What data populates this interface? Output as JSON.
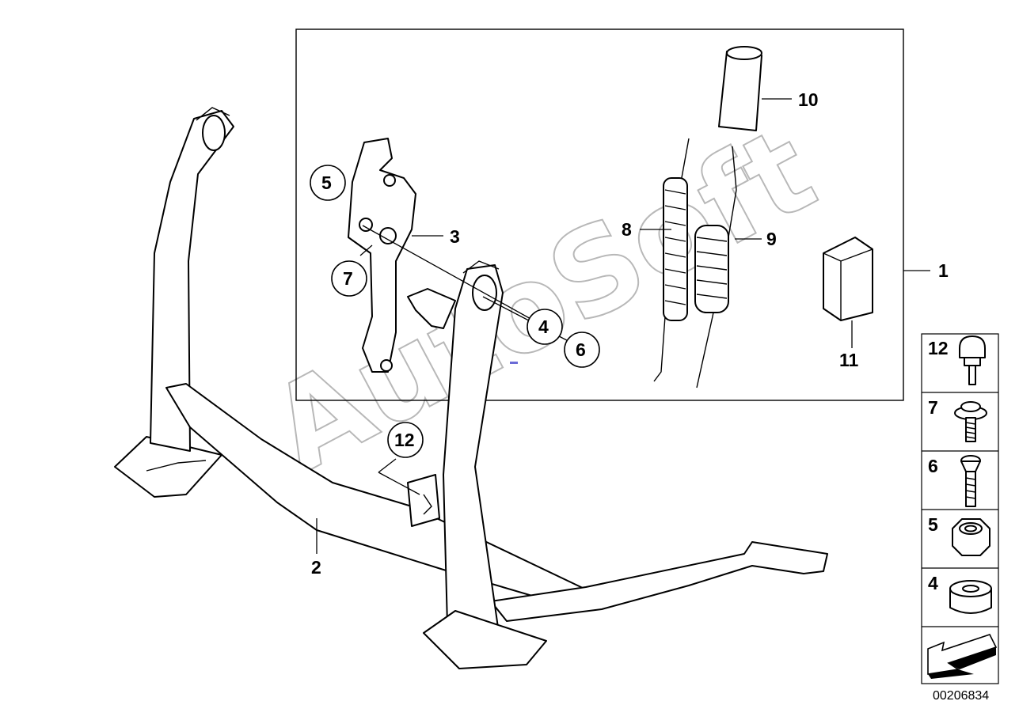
{
  "callouts": {
    "c1": "1",
    "c2": "2",
    "c3": "3",
    "c4": "4",
    "c5": "5",
    "c6": "6",
    "c7": "7",
    "c8": "8",
    "c9": "9",
    "c10": "10",
    "c11": "11",
    "c12": "12"
  },
  "sidebar": {
    "items": [
      {
        "label": "12",
        "icon": "rubber-buffer-icon"
      },
      {
        "label": "7",
        "icon": "flange-screw-icon"
      },
      {
        "label": "6",
        "icon": "countersunk-screw-icon"
      },
      {
        "label": "5",
        "icon": "lock-nut-icon"
      },
      {
        "label": "4",
        "icon": "spacer-bushing-icon"
      }
    ],
    "nav_icon": "direction-arrow-icon"
  },
  "document_number": "00206834",
  "watermark": "AutoSoft",
  "colors": {
    "line": "#000000",
    "watermark": "#b8b8b8",
    "accent_dot": "#6b6bd6"
  }
}
